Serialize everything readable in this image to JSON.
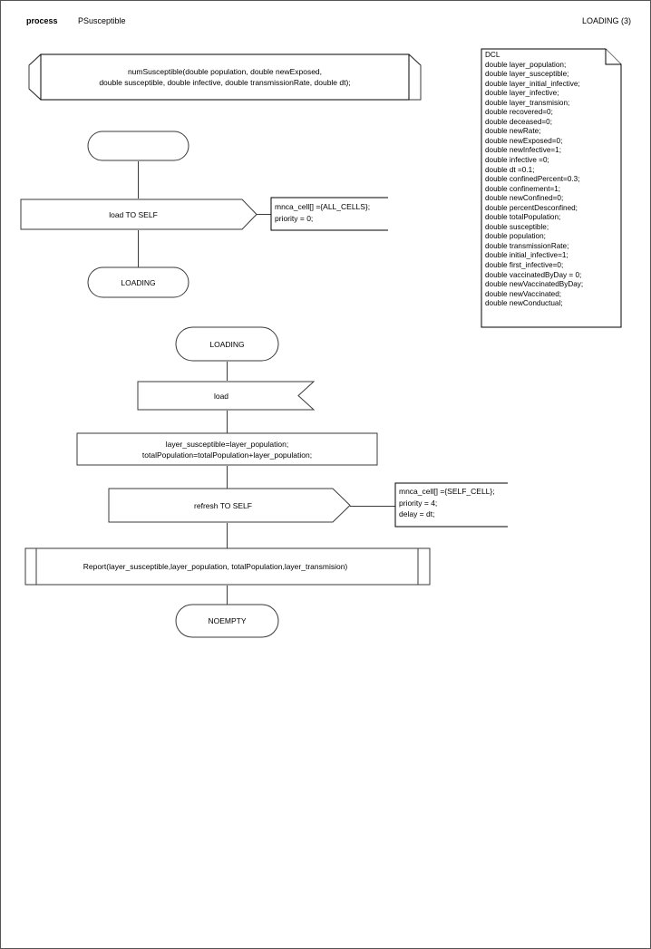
{
  "header": {
    "kind": "process",
    "name": "PSusceptible",
    "page_ref": "LOADING (3)"
  },
  "procedure_decl": {
    "text": "numSusceptible(double population, double newExposed,\ndouble susceptible, double infective, double transmissionRate, double dt);"
  },
  "dcl_box": {
    "keyword": "DCL",
    "declarations": [
      "double layer_population;",
      "double layer_susceptible;",
      "double layer_initial_infective;",
      "double layer_infective;",
      "double layer_transmision;",
      "double recovered=0;",
      "double deceased=0;",
      "double newRate;",
      "double newExposed=0;",
      "double newInfective=1;",
      "double infective =0;",
      "double dt =0.1;",
      "double confinedPercent=0.3;",
      "double confinement=1;",
      "double newConfined=0;",
      "double percentDesconfined;",
      "double totalPopulation;",
      "double susceptible;",
      "double population;",
      "double transmissionRate;",
      "double initial_infective=1;",
      "double first_infective=0;",
      "double vaccinatedByDay = 0;",
      "double newVaccinatedByDay;",
      "double newVaccinated;",
      "double newConductual;"
    ]
  },
  "transition_1": {
    "start_state": "",
    "output_1": "load TO SELF",
    "output_1_comment": "mnca_cell[] ={ALL_CELLS};\npriority = 0;",
    "next_state": "LOADING"
  },
  "transition_2": {
    "state": "LOADING",
    "input": "load",
    "task": "layer_susceptible=layer_population;\ntotalPopulation=totalPopulation+layer_population;",
    "output": "refresh TO SELF",
    "output_comment": "mnca_cell[] ={SELF_CELL};\npriority = 4;\ndelay = dt;",
    "procedure_call": "Report(layer_susceptible,layer_population, totalPopulation,layer_transmision)",
    "next_state": "NOEMPTY"
  },
  "colors": {
    "stroke": "#3a3a3a",
    "stroke_dark": "#000000",
    "page_border": "#555555",
    "background": "#ffffff"
  }
}
